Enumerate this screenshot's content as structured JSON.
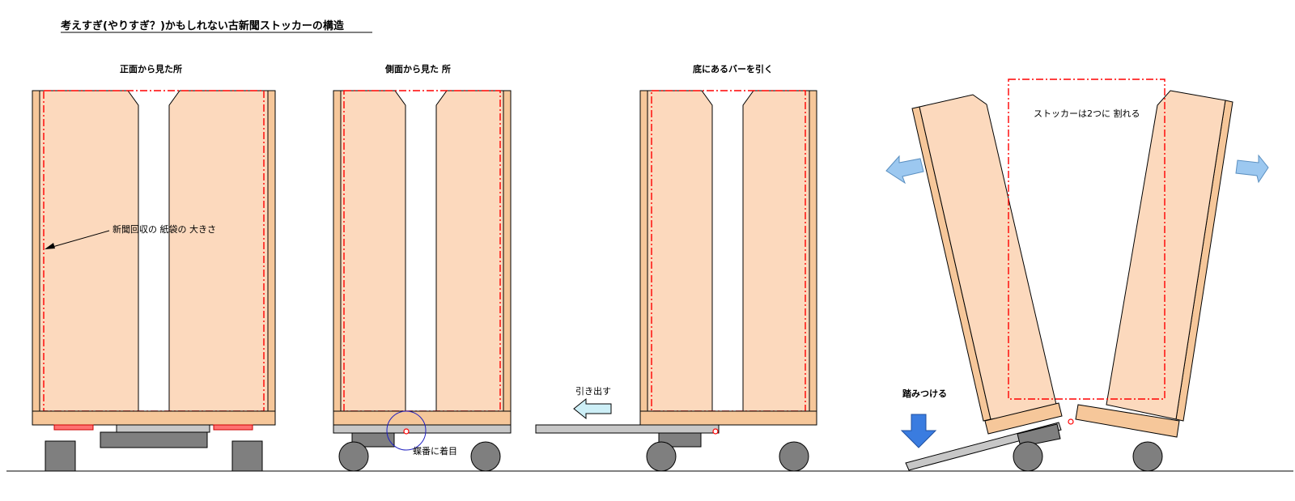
{
  "title": "考えすぎ(やりすぎ？)かもしれない古新聞ストッカーの構造",
  "views": {
    "front": {
      "caption": "正面から見た所",
      "bag_label": "新聞回収の 紙袋の 大きさ"
    },
    "side": {
      "caption": "側面から見た 所",
      "hinge_label": "蝶番に着目"
    },
    "pull": {
      "caption": "底にあるバーを引く",
      "pull_label": "引き出す"
    },
    "split": {
      "caption": "ストッカーは2つに 割れる",
      "step_label": "踏みつける"
    }
  },
  "colors": {
    "panel": "#fcd9bd",
    "frame": "#f6c79a",
    "bag_outline": "#ff0000",
    "push_arrow": "#3a7ce0",
    "side_arrows": "#9cc8f0",
    "pull_arrow": "#cdeff7",
    "wheel": "#7f7f7f",
    "hinge_circle": "#2020c0"
  },
  "icons": {
    "left_arrow": "arrow-left-icon",
    "right_arrow": "arrow-right-icon",
    "down_arrow": "arrow-down-icon",
    "pull_arrow": "arrow-left-outline-icon"
  }
}
